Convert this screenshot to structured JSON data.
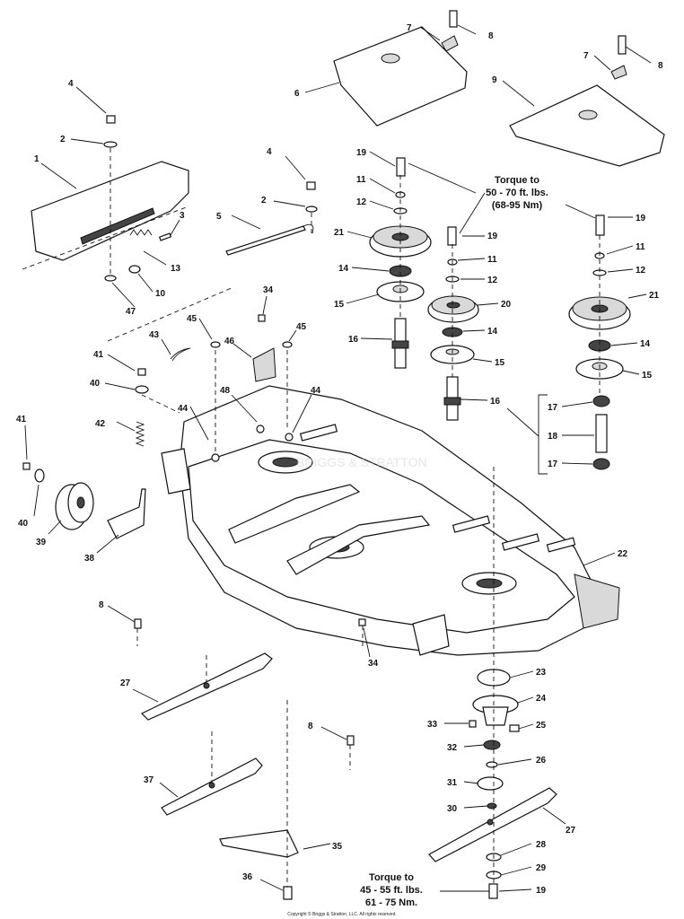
{
  "callouts": {
    "c1": "1",
    "c2a": "2",
    "c2b": "2",
    "c3": "3",
    "c4a": "4",
    "c4b": "4",
    "c5": "5",
    "c6": "6",
    "c7a": "7",
    "c7b": "7",
    "c8a": "8",
    "c8b": "8",
    "c8c": "8",
    "c8d": "8",
    "c9": "9",
    "c10": "10",
    "c11a": "11",
    "c11b": "11",
    "c11c": "11",
    "c12a": "12",
    "c12b": "12",
    "c12c": "12",
    "c13": "13",
    "c14a": "14",
    "c14b": "14",
    "c14c": "14",
    "c15a": "15",
    "c15b": "15",
    "c15c": "15",
    "c16a": "16",
    "c16b": "16",
    "c17a": "17",
    "c17b": "17",
    "c18": "18",
    "c19a": "19",
    "c19b": "19",
    "c19c": "19",
    "c19d": "19",
    "c20": "20",
    "c21a": "21",
    "c21b": "21",
    "c22": "22",
    "c23": "23",
    "c24": "24",
    "c25": "25",
    "c26": "26",
    "c27a": "27",
    "c27b": "27",
    "c28": "28",
    "c29": "29",
    "c30": "30",
    "c31": "31",
    "c32": "32",
    "c33": "33",
    "c34a": "34",
    "c34b": "34",
    "c35": "35",
    "c36": "36",
    "c37": "37",
    "c38": "38",
    "c39": "39",
    "c40a": "40",
    "c40b": "40",
    "c41a": "41",
    "c41b": "41",
    "c42": "42",
    "c43": "43",
    "c44a": "44",
    "c44b": "44",
    "c45a": "45",
    "c45b": "45",
    "c46": "46",
    "c47": "47",
    "c48": "48"
  },
  "notes": {
    "torque_upper": [
      "Torque to",
      "50 - 70 ft. lbs.",
      "(68-95 Nm)"
    ],
    "torque_lower": [
      "Torque to",
      "45 - 55 ft. lbs.",
      "61 - 75 Nm."
    ]
  },
  "footer": {
    "copyright": "Copyright © Briggs & Stratton, LLC. All rights reserved."
  },
  "watermark": "BRIGGS & STRATTON"
}
